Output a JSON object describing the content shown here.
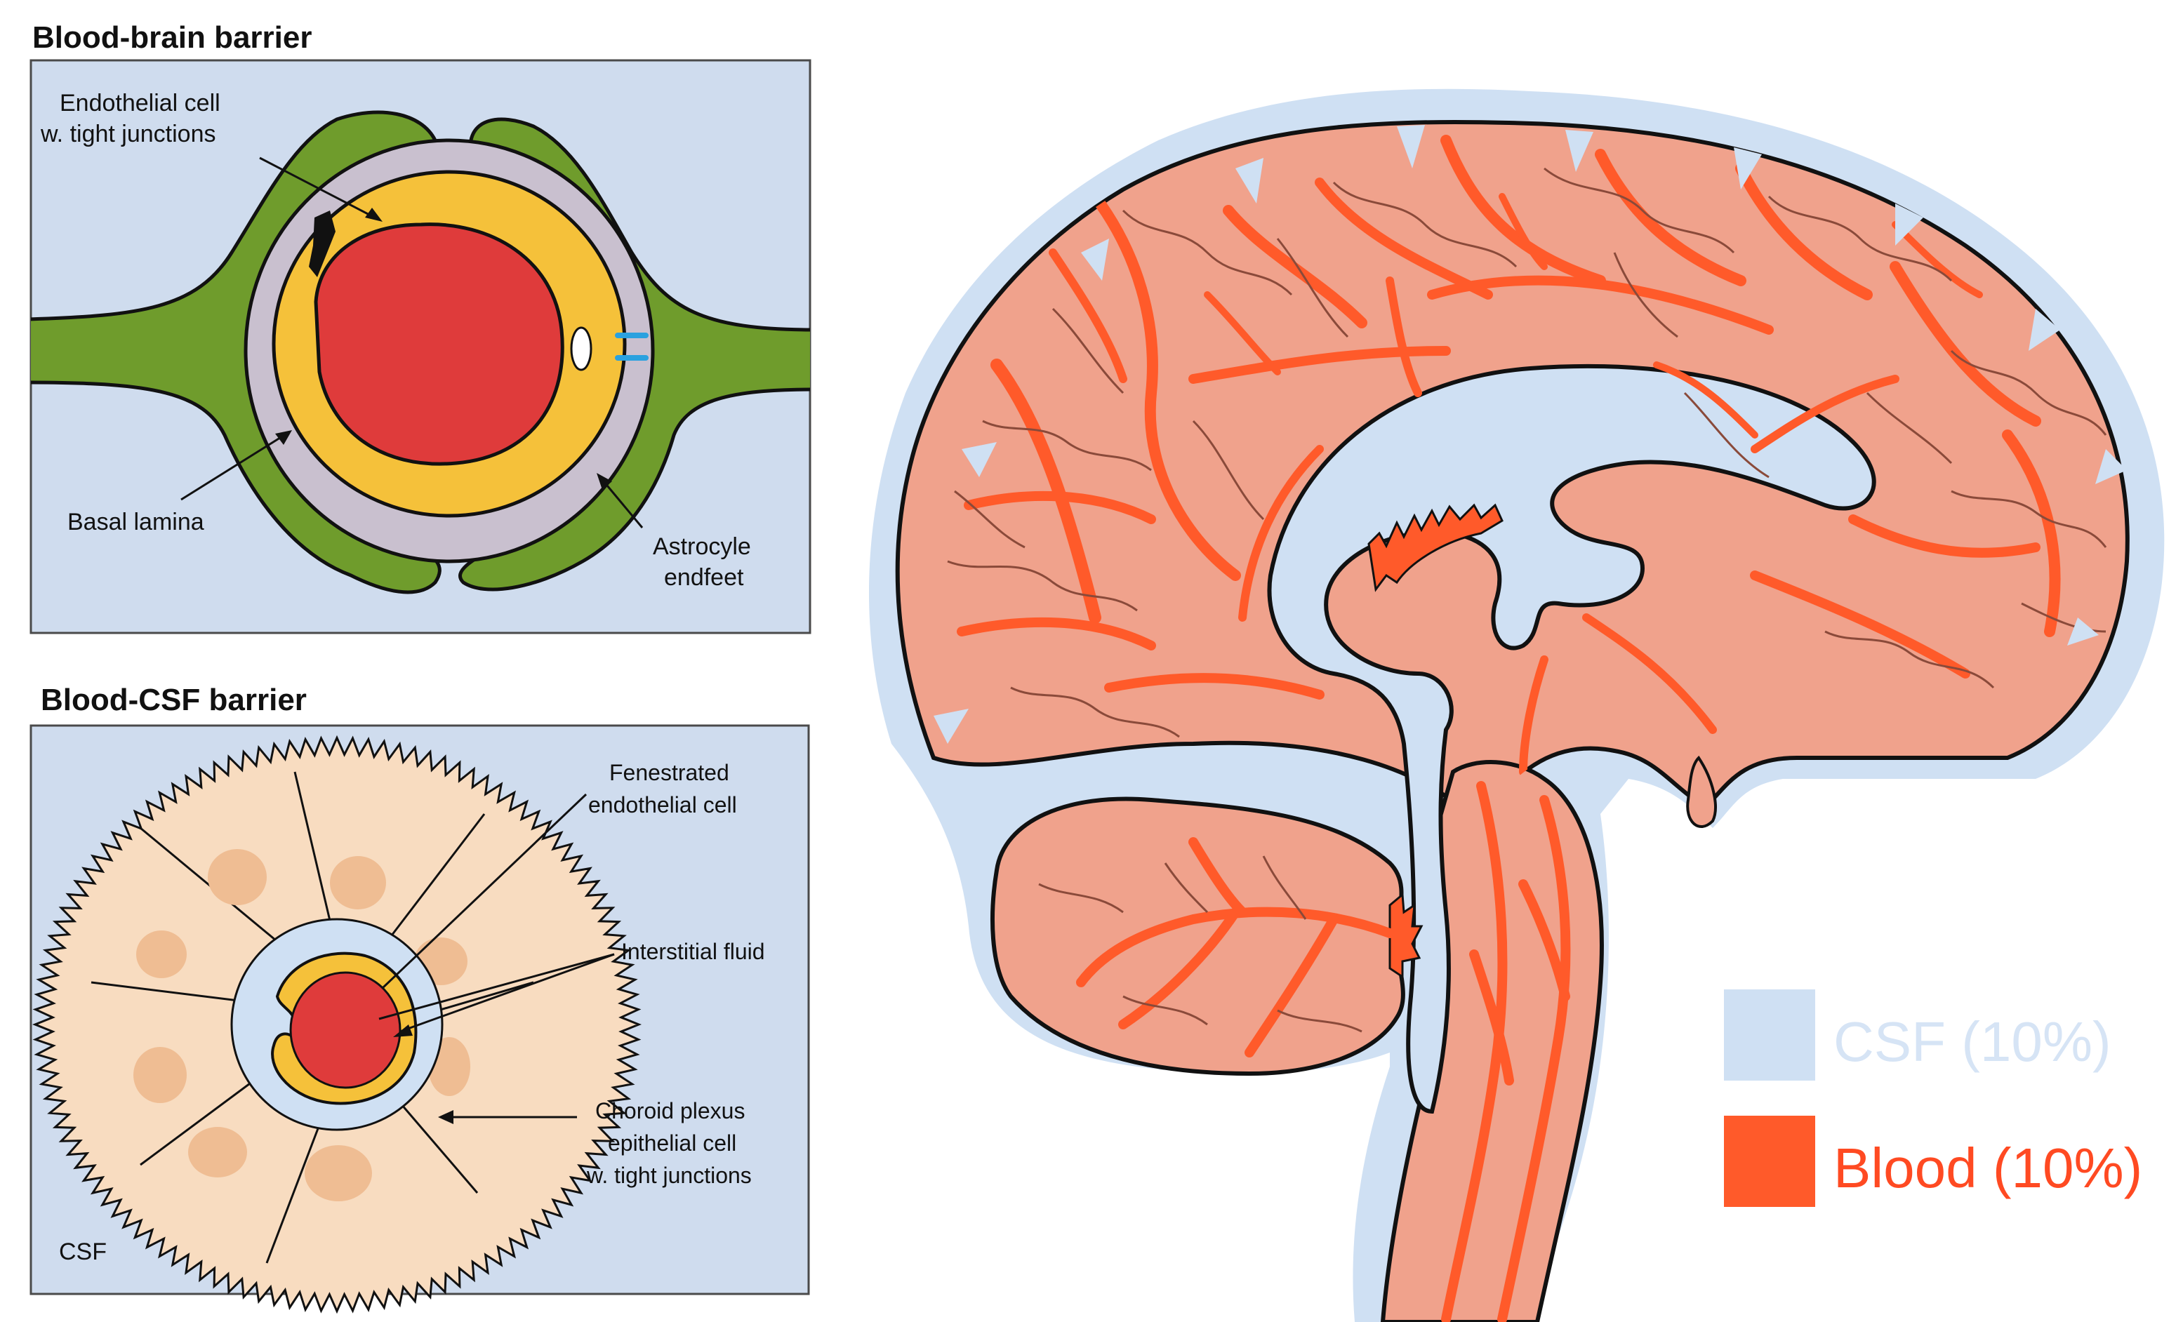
{
  "colors": {
    "panel_bg": "#cfdcee",
    "csf": "#cfe0f3",
    "blood": "#ff5a2a",
    "blood_dark": "#df3b3b",
    "brain_tissue": "#f0a28c",
    "astrocyte": "#6f9c2c",
    "endothelium": "#f5c13a",
    "basal_lamina": "#c9c0cf",
    "epithelium": "#f8dcc0",
    "nucleus": "#efbd93",
    "capillary_vein": "#8a4a3a"
  },
  "bbb": {
    "title": "Blood-brain barrier",
    "labels": {
      "endothelial_line1": "Endothelial cell",
      "endothelial_line2": "w. tight junctions",
      "basal_lamina": "Basal lamina",
      "astrocyte_line1": "Astrocyle",
      "astrocyte_line2": "endfeet"
    }
  },
  "bcsf": {
    "title": "Blood-CSF barrier",
    "labels": {
      "fenestrated_line1": "Fenestrated",
      "fenestrated_line2": "endothelial cell",
      "interstitial": "Interstitial fluid",
      "choroid_line1": "Choroid plexus",
      "choroid_line2": "epithelial cell",
      "choroid_line3": "w. tight junctions",
      "csf": "CSF"
    }
  },
  "legend": {
    "items": [
      {
        "label": "CSF (10%)",
        "color": "#cfe0f3"
      },
      {
        "label": "Blood (10%)",
        "color": "#ff5a2a"
      }
    ]
  }
}
